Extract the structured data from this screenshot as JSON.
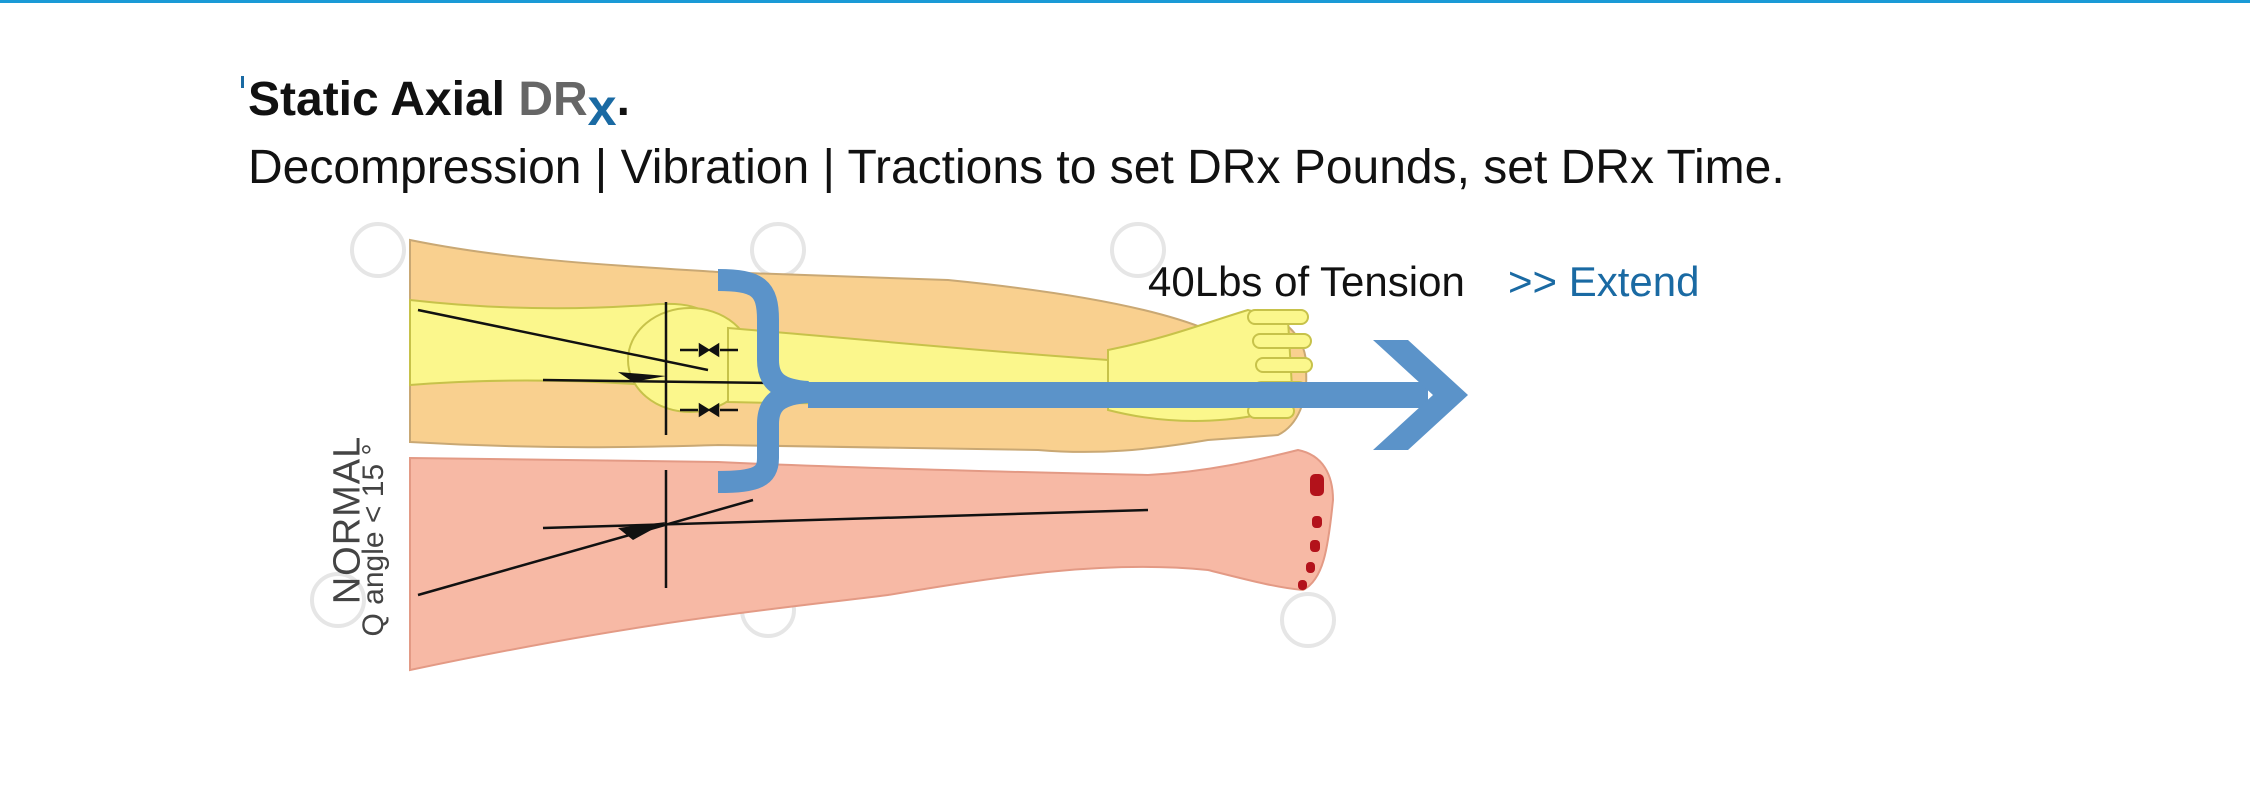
{
  "slide": {
    "title_prefix": "Static Axial ",
    "title_brand_d": "DR",
    "title_brand_x": "x",
    "title_suffix": ".",
    "subtitle": "Decompression | Vibration | Tractions to set DRx Pounds, set DRx Time."
  },
  "diagram": {
    "tension_label": "40Lbs of Tension",
    "extend_label": ">> Extend",
    "normal_label": "NORMAL",
    "q_angle_label": "Q angle < 15 °"
  },
  "colors": {
    "accent_rule": "#1a9ad6",
    "brand_blue": "#1a6aa3",
    "arrow_blue": "#5b93c9",
    "skin": "#f9d08f",
    "bone": "#fbf78c",
    "leg_pink": "#f7b9a5"
  },
  "icons": {
    "arrow": "right-arrow-icon",
    "brace": "brace-clamp-icon"
  }
}
